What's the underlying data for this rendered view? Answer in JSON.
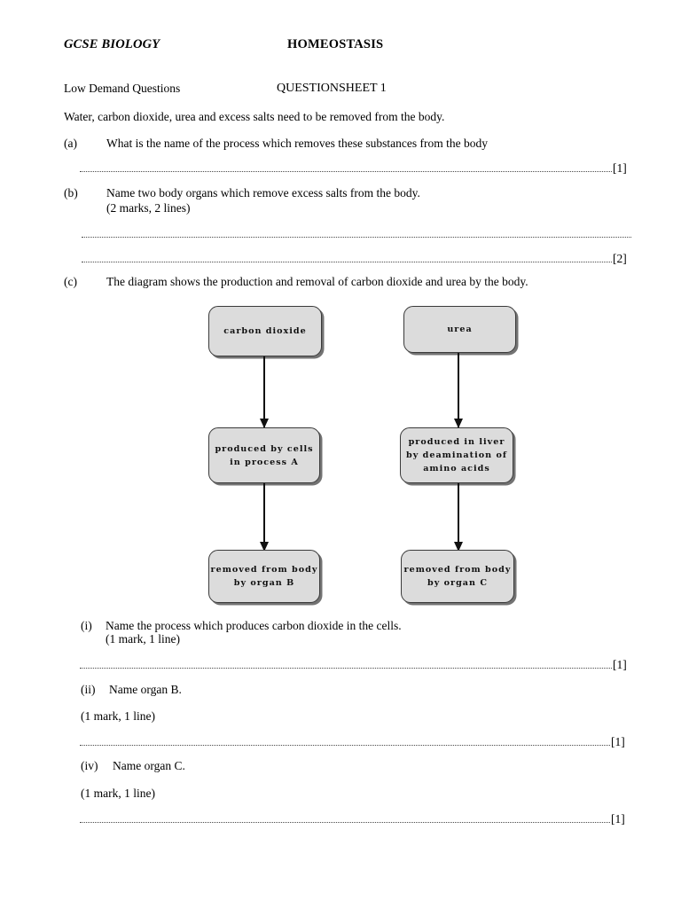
{
  "header": {
    "subject": "GCSE BIOLOGY",
    "topic": "HOMEOSTASIS",
    "demand": "Low Demand Questions",
    "sheet": "QUESTIONSHEET 1"
  },
  "intro": "Water, carbon dioxide, urea and excess salts need to be removed from the body.",
  "questions": {
    "a": {
      "label": "(a)",
      "text": "What is the name of the process which removes these substances from the body",
      "mark": "[1]"
    },
    "b": {
      "label": "(b)",
      "text": "Name two body organs which remove excess salts from the body.",
      "note": "(2 marks, 2 lines)",
      "mark": "[2]"
    },
    "c": {
      "label": "(c)",
      "text": "The diagram shows the production and removal of carbon dioxide and urea by the body."
    },
    "i": {
      "label": "(i)",
      "text": "Name the process which produces carbon dioxide in the cells.",
      "note": "(1 mark, 1 line)",
      "mark": "[1]"
    },
    "ii": {
      "label": "(ii)",
      "text": "Name organ B.",
      "note": "(1 mark, 1 line)",
      "mark": "[1]"
    },
    "iv": {
      "label": "(iv)",
      "text": "Name organ C.",
      "note": "(1 mark, 1 line)",
      "mark": "[1]"
    }
  },
  "diagram": {
    "boxes": {
      "co2": "carbon dioxide",
      "urea": "urea",
      "co2_produced": "produced by cells\nin process A",
      "urea_produced": "produced in liver\nby deamination of\namino acids",
      "co2_removed": "removed from body\nby organ B",
      "urea_removed": "removed from body\nby organ C"
    }
  },
  "colors": {
    "box_fill": "#dcdcdc",
    "box_border": "#3a3a3a",
    "dot_color": "#4a4a4a"
  }
}
